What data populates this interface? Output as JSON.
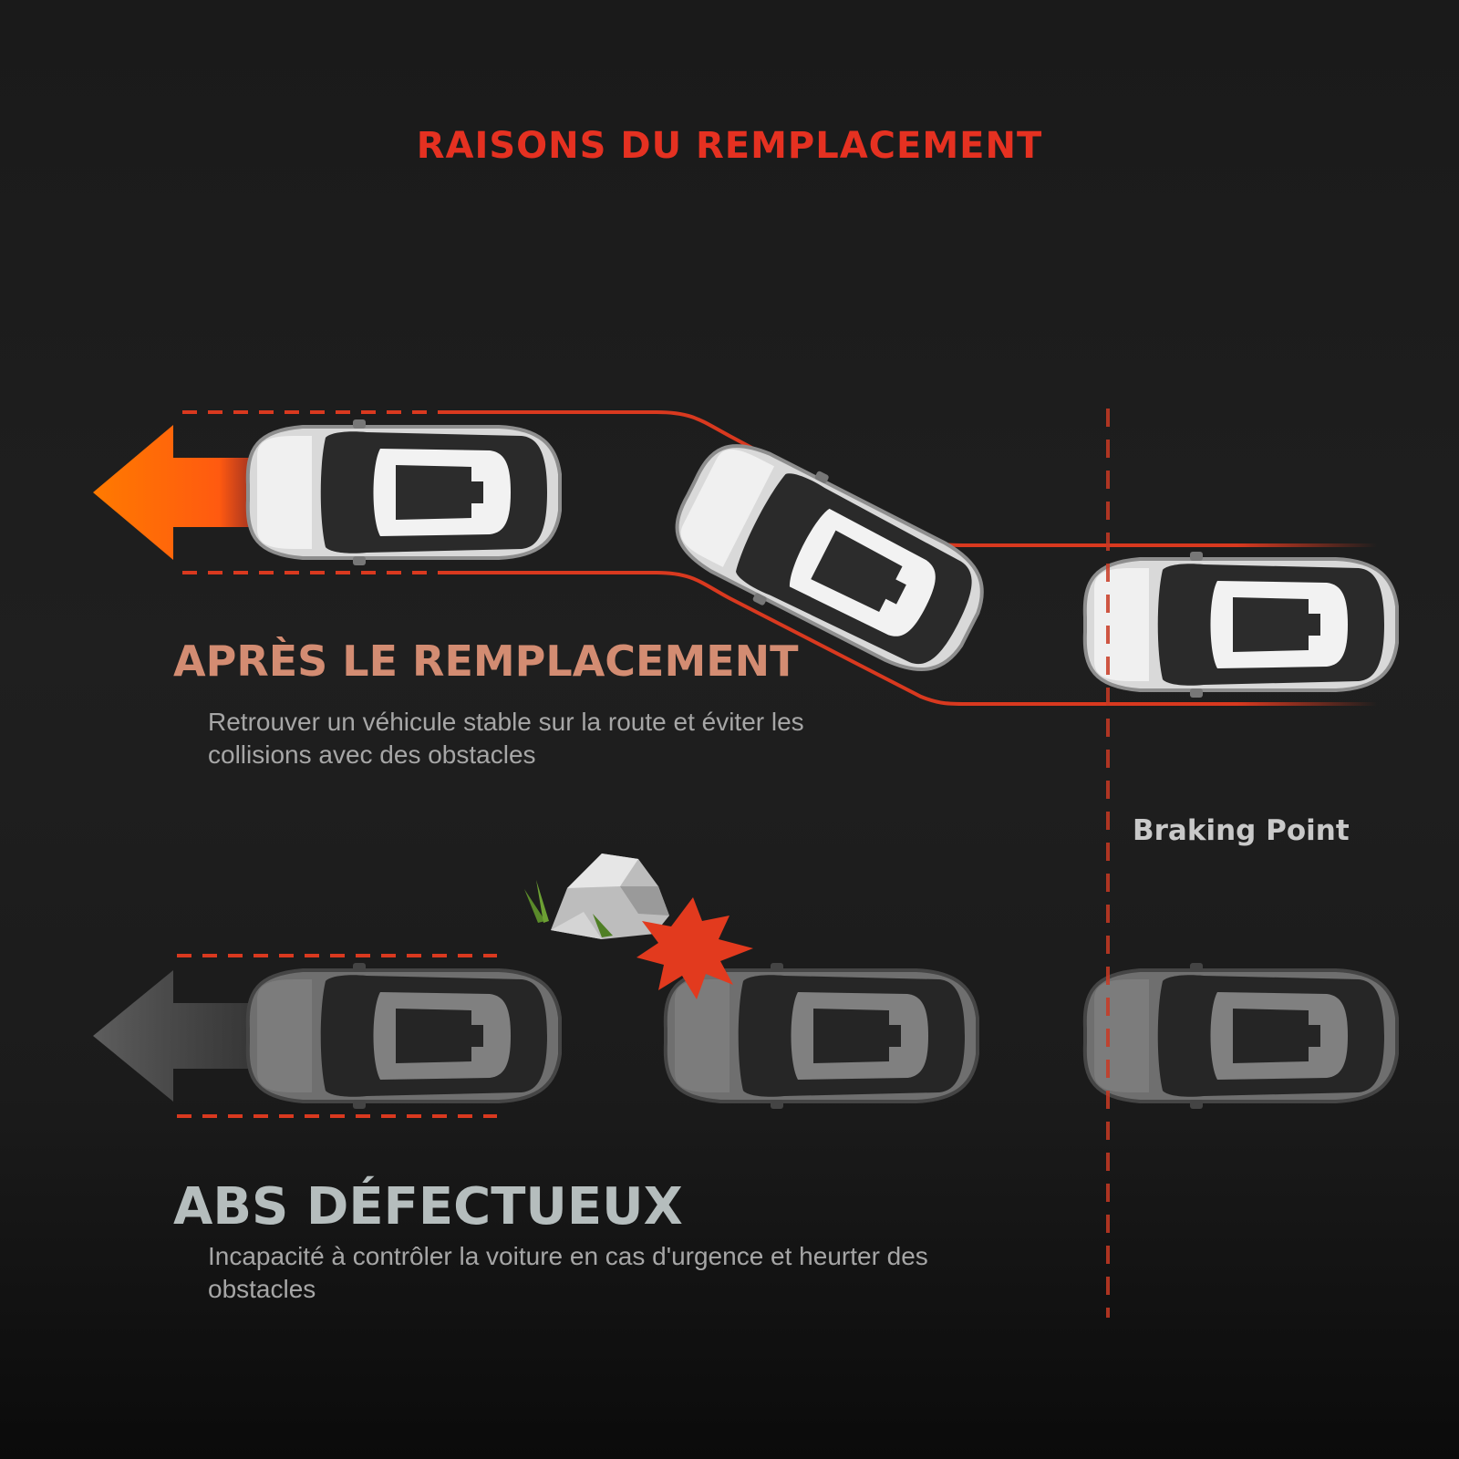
{
  "title": "RAISONS DU REMPLACEMENT",
  "after": {
    "heading": "APRÈS LE REMPLACEMENT",
    "description": "Retrouver un véhicule stable sur la route et éviter les collisions avec des obstacles"
  },
  "faulty": {
    "heading": "ABS DÉFECTUEUX",
    "description": "Incapacité à contrôler la voiture en cas d'urgence et heurter des obstacles"
  },
  "braking_point_label": "Braking Point",
  "colors": {
    "title_red": "#e53121",
    "lane_line": "#d9391f",
    "after_heading": "#d38c72",
    "faulty_heading": "#b5bdbd",
    "arrow_orange": "#ff6a00",
    "arrow_gray": "#5a5a5a",
    "impact_burst": "#e23a1e"
  },
  "icons": [
    "arrow-left-icon",
    "car-icon",
    "rock-icon",
    "impact-burst-icon"
  ]
}
